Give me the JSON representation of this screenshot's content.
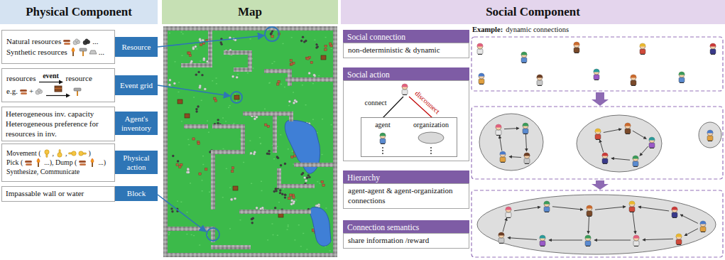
{
  "diagram": {
    "nodes": [
      {
        "text": [
          "Physical Component"
        ]
      },
      {
        "text": [
          "Natural resources",
          "...",
          "Synthetic resources",
          "..."
        ]
      },
      {
        "text": [
          "Resource"
        ]
      },
      {
        "text": [
          "resources",
          "event",
          "resource",
          "e.g.",
          "+"
        ]
      },
      {
        "text": [
          "Event grid"
        ]
      },
      {
        "text": [
          "Heterogeneous inv. capacity",
          "Heterogeneous preference for resources in inv."
        ]
      },
      {
        "text": [
          "Agent's inventory"
        ]
      },
      {
        "text": [
          "Movement (",
          ",",
          ",",
          ")",
          "Pick (",
          "...), Dump (",
          "...)",
          "Synthesize, Communicate"
        ]
      },
      {
        "text": [
          "Physical action"
        ]
      },
      {
        "text": [
          "Impassable wall or water"
        ]
      },
      {
        "text": [
          "Block"
        ]
      },
      {
        "text": [
          "Map"
        ]
      },
      {
        "text": [
          "Social Component"
        ]
      },
      {
        "text": [
          "Social connection"
        ]
      },
      {
        "text": [
          "non-deterministic & dynamic"
        ]
      },
      {
        "text": [
          "Social action"
        ]
      },
      {
        "text": [
          "connect",
          "disconnect"
        ]
      },
      {
        "text": [
          "agent",
          "organization"
        ],
        "in": 16
      },
      {
        "text": [
          "Hierarchy"
        ]
      },
      {
        "text": [
          "agent-agent & agent-organization connections"
        ]
      },
      {
        "text": [
          "Connection semantics"
        ]
      },
      {
        "text": [
          "share information /reward"
        ]
      }
    ],
    "labels": [
      "Example:",
      "dynamic connections"
    ]
  }
}
